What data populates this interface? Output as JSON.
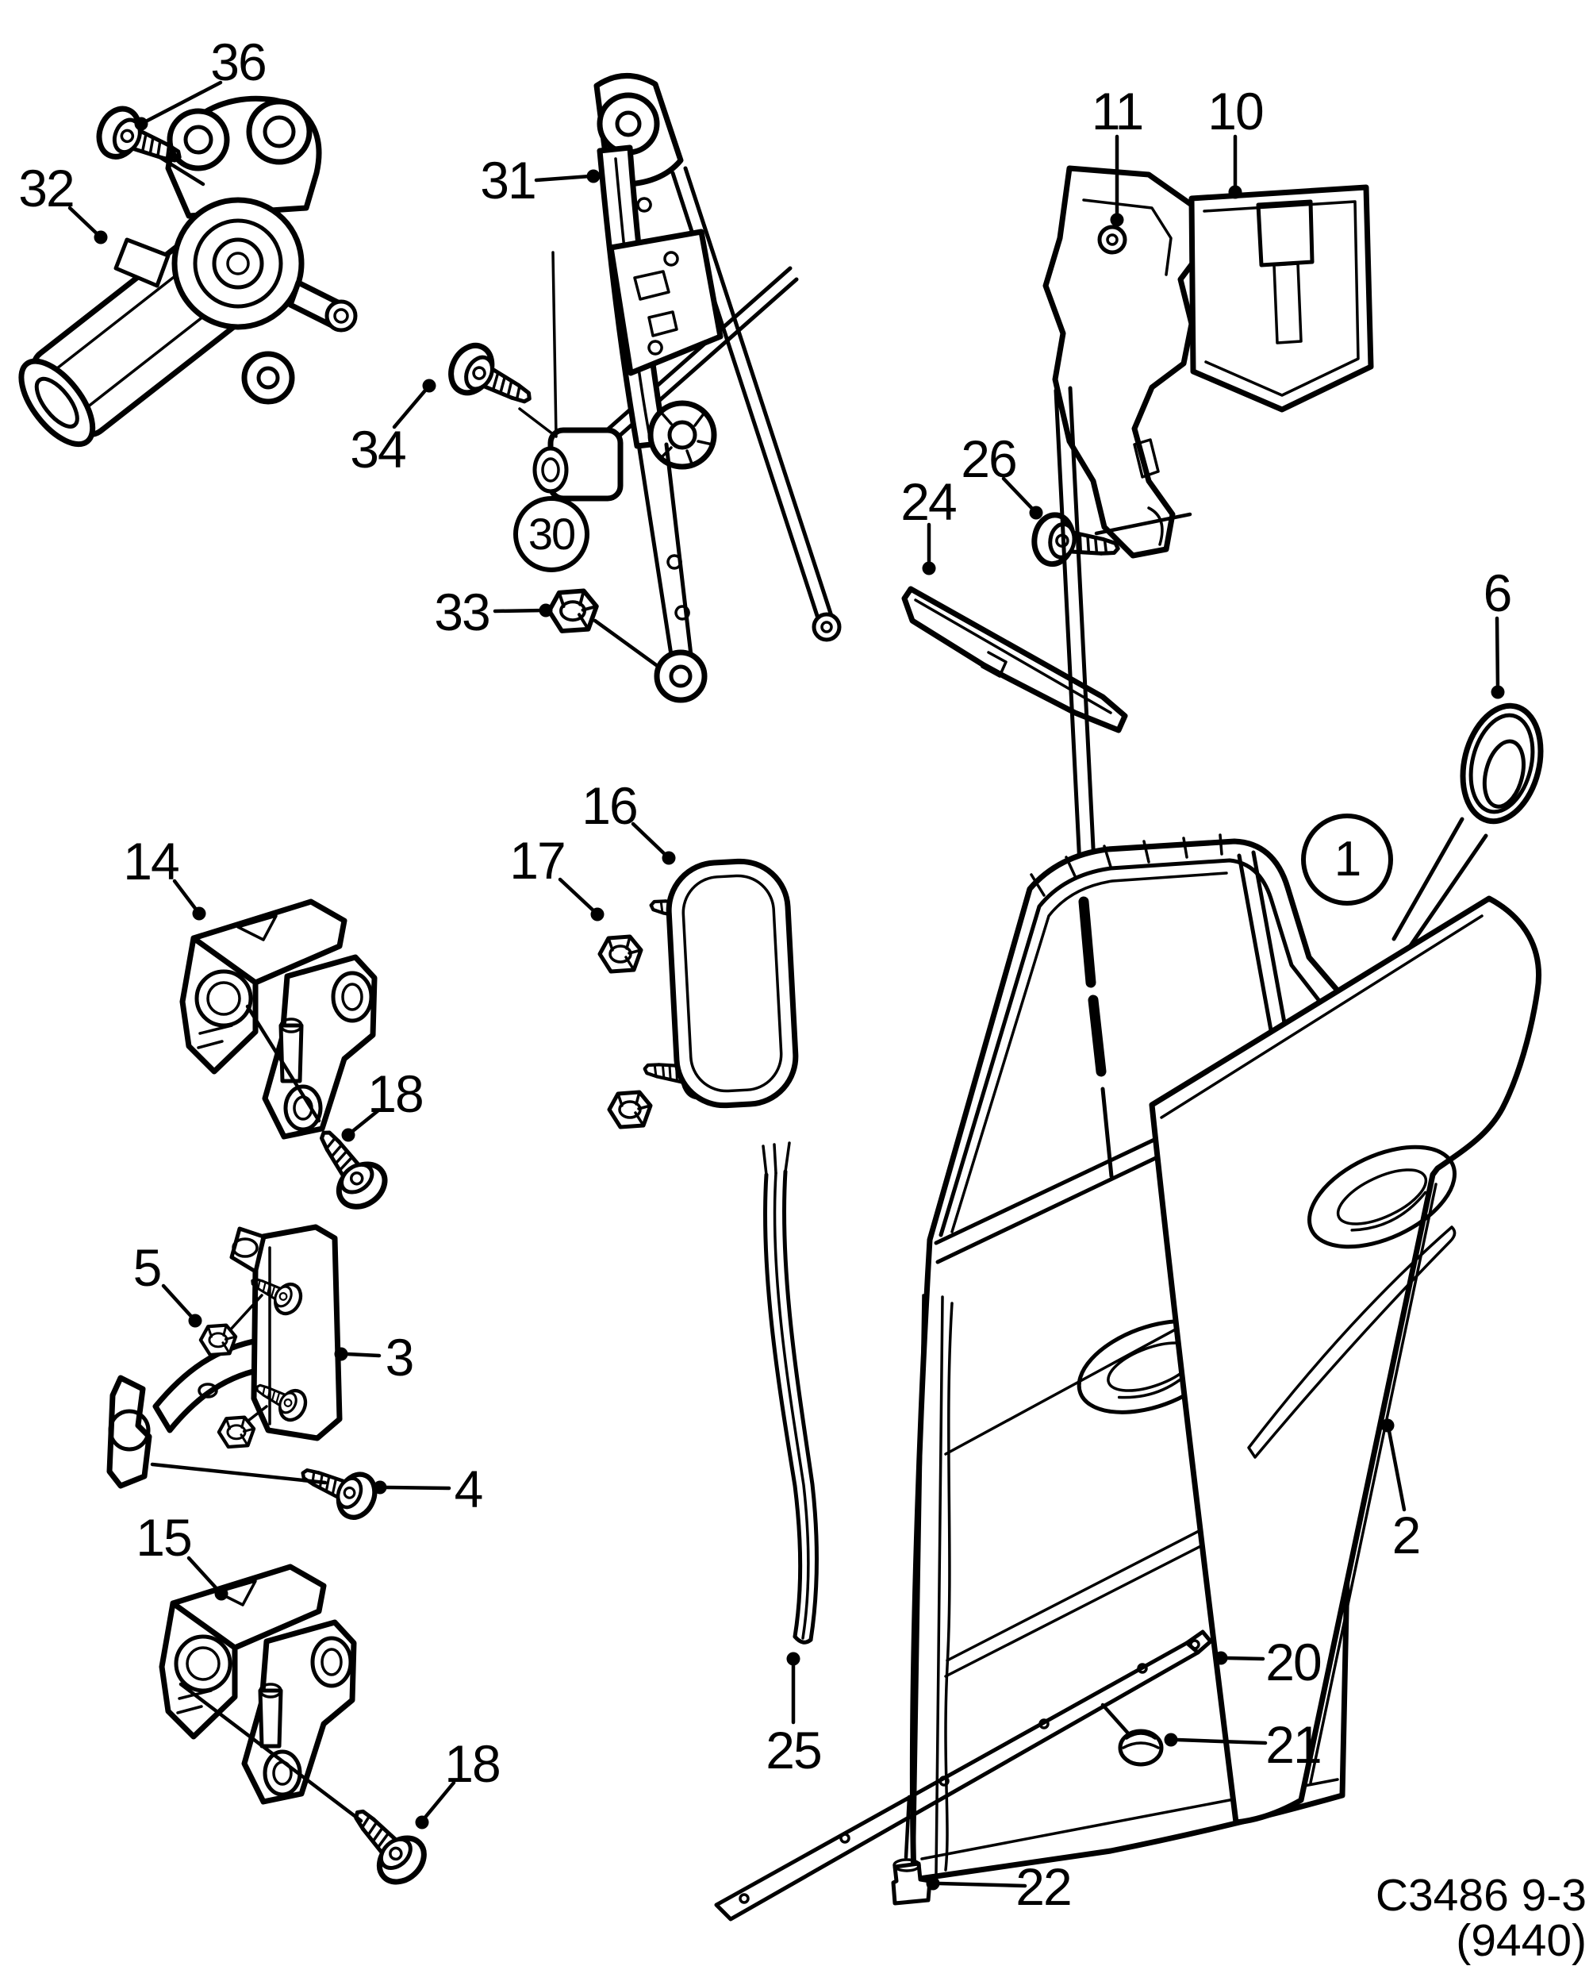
{
  "diagram": {
    "caption": "C3486 9-3 (9440)",
    "ink_color": "#000000",
    "paper_color": "#ffffff"
  },
  "callouts": [
    {
      "id": "36",
      "label": "36"
    },
    {
      "id": "32",
      "label": "32"
    },
    {
      "id": "31",
      "label": "31"
    },
    {
      "id": "34",
      "label": "34"
    },
    {
      "id": "33",
      "label": "33"
    },
    {
      "id": "11",
      "label": "11"
    },
    {
      "id": "10",
      "label": "10"
    },
    {
      "id": "26",
      "label": "26"
    },
    {
      "id": "24",
      "label": "24"
    },
    {
      "id": "6",
      "label": "6"
    },
    {
      "id": "14",
      "label": "14"
    },
    {
      "id": "16",
      "label": "16"
    },
    {
      "id": "17",
      "label": "17"
    },
    {
      "id": "18-upper",
      "label": "18"
    },
    {
      "id": "5",
      "label": "5"
    },
    {
      "id": "3",
      "label": "3"
    },
    {
      "id": "4",
      "label": "4"
    },
    {
      "id": "15",
      "label": "15"
    },
    {
      "id": "18-lower",
      "label": "18"
    },
    {
      "id": "25",
      "label": "25"
    },
    {
      "id": "20",
      "label": "20"
    },
    {
      "id": "21",
      "label": "21"
    },
    {
      "id": "22",
      "label": "22"
    },
    {
      "id": "2",
      "label": "2"
    },
    {
      "id": "1",
      "label": "1",
      "circled": true
    },
    {
      "id": "30",
      "label": "30",
      "circled": true
    }
  ]
}
